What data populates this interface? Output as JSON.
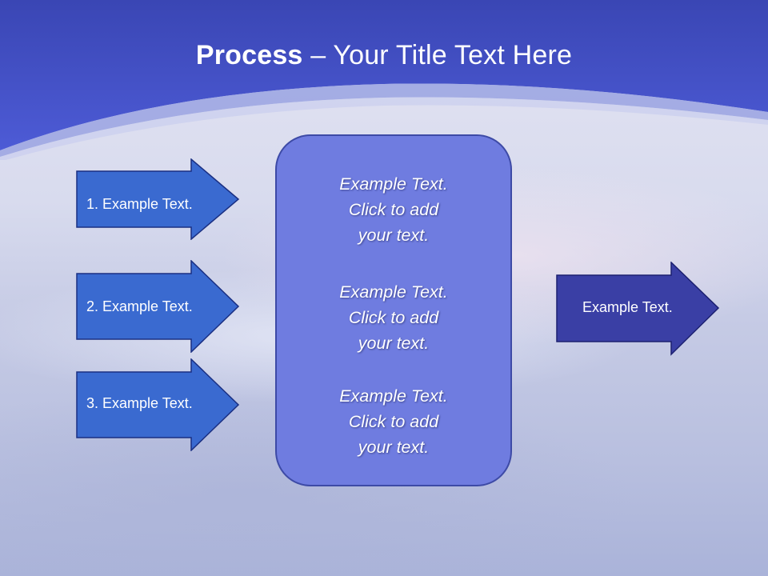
{
  "slide": {
    "title_bold": "Process",
    "title_rest": " – Your Title Text Here"
  },
  "input_arrows": [
    {
      "label": "1. Example Text."
    },
    {
      "label": "2. Example Text."
    },
    {
      "label": "3. Example Text."
    }
  ],
  "center_box": {
    "blocks": [
      {
        "line1": "Example Text.",
        "line2": "Click  to add",
        "line3": "your text."
      },
      {
        "line1": "Example Text.",
        "line2": "Click  to add",
        "line3": "your text."
      },
      {
        "line1": "Example Text.",
        "line2": "Click  to add",
        "line3": "your text."
      }
    ]
  },
  "output_arrow": {
    "label": "Example Text."
  },
  "colors": {
    "header_blue": "#4a59d4",
    "input_arrow_fill": "#3a6ad0",
    "output_arrow_fill": "#3a3fa5",
    "box_fill": "#6f7ce0"
  }
}
